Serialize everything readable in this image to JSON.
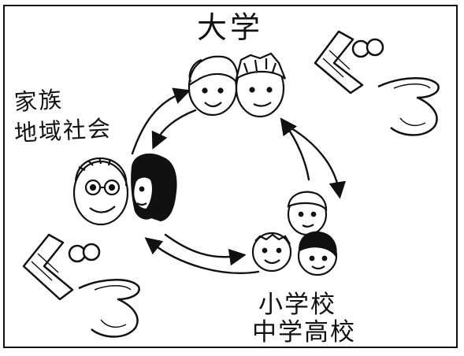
{
  "labels": {
    "university": "大学",
    "family": "家族",
    "community": "地域社会",
    "school_line1": "小学校",
    "school_line2": "中学高校",
    "guru_top": "ぐる",
    "guru_bottom": "ぐる"
  },
  "colors": {
    "ink": "#111111",
    "paper": "#ffffff"
  }
}
